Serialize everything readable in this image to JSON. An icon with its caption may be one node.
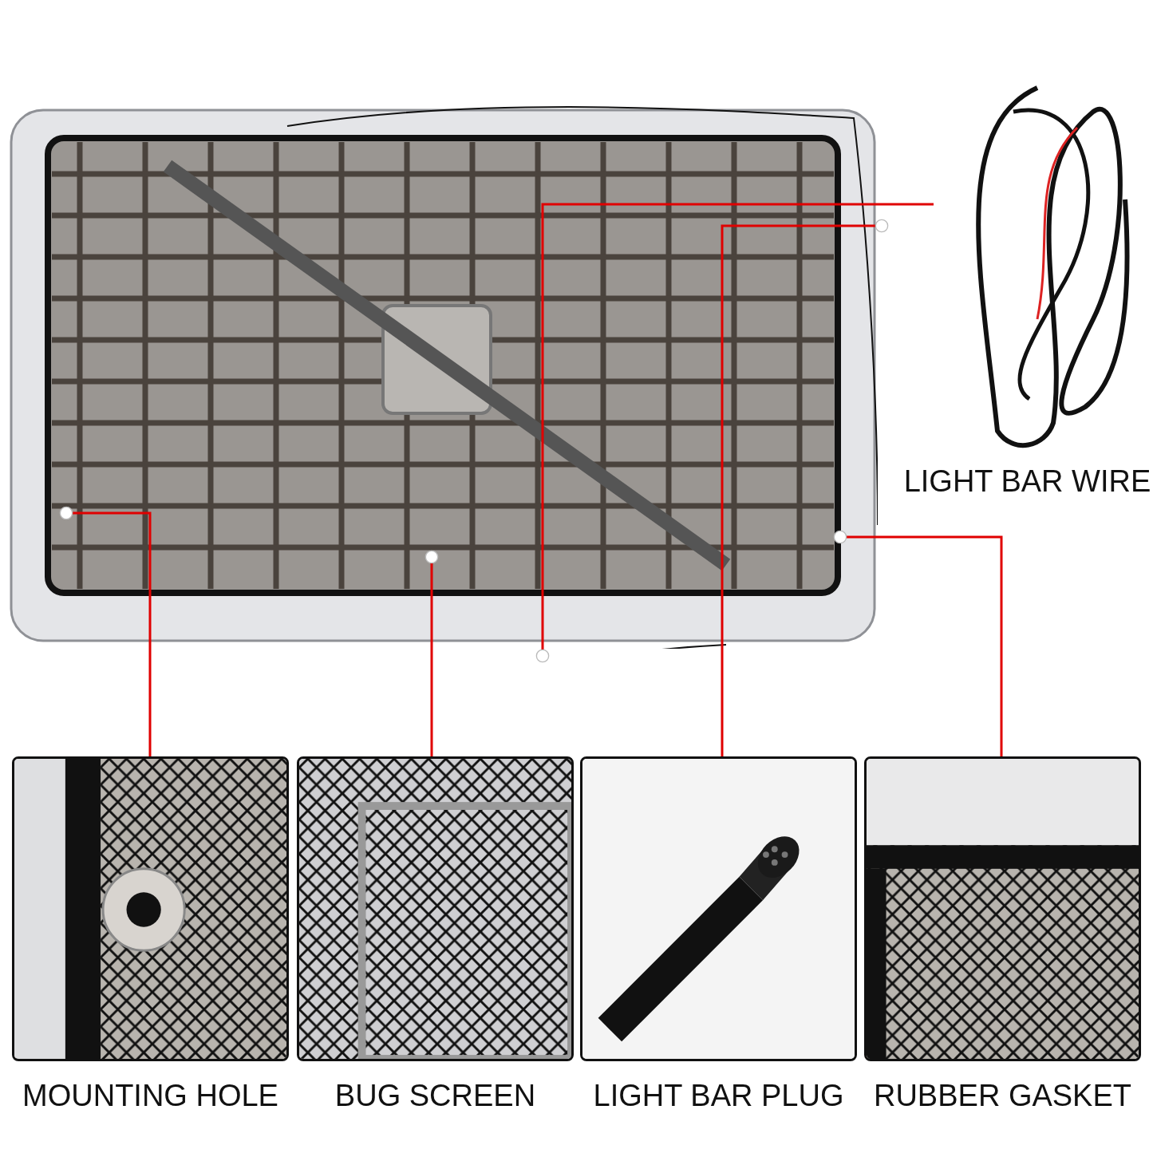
{
  "diagram": {
    "nodes": [
      {
        "text": [],
        "shape": "picture"
      },
      {
        "text": [],
        "shape": "picture",
        "beside": [
          "LIGHT BAR WIRE"
        ]
      },
      {
        "text": [],
        "shape": "picture",
        "beside": [
          "MOUNTING HOLE"
        ]
      },
      {
        "text": [],
        "shape": "picture",
        "beside": [
          "BUG SCREEN"
        ]
      },
      {
        "text": [],
        "shape": "picture",
        "beside": [
          "LIGHT BAR PLUG"
        ]
      },
      {
        "text": [],
        "shape": "picture",
        "beside": [
          "RUBBER GASKET"
        ]
      }
    ],
    "edges": [
      {
        "from": 1,
        "to": 0,
        "arrow": "other"
      },
      {
        "from": 4,
        "to": 0,
        "arrow": "other"
      },
      {
        "from": 2,
        "to": 0,
        "arrow": "other"
      },
      {
        "from": 3,
        "to": 0,
        "arrow": "other"
      },
      {
        "from": 5,
        "to": 0,
        "arrow": "other"
      }
    ]
  }
}
